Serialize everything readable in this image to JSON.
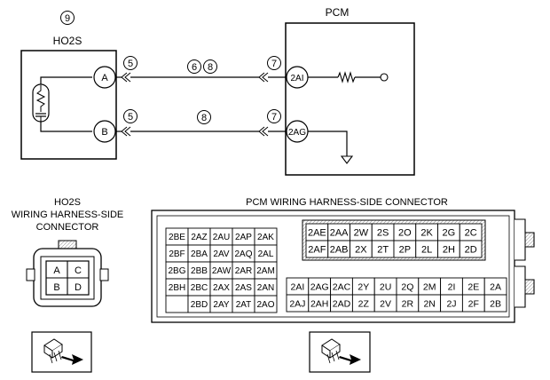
{
  "ho2s": {
    "title": "HO2S",
    "number_badge": "9",
    "terminals": [
      "A",
      "B"
    ]
  },
  "pcm": {
    "title": "PCM",
    "terminals": [
      "2AI",
      "2AG"
    ],
    "terminal_badges": [
      "7",
      "7"
    ],
    "resistor_icon": "resistor-symbol",
    "ground_icon": "ground-symbol"
  },
  "wires": {
    "upper_badges": [
      "5",
      "6",
      "8"
    ],
    "lower_badges": [
      "5",
      "8"
    ],
    "connector_icon": "double-chevron-connector"
  },
  "ho2s_connector": {
    "title_lines": [
      "HO2S",
      "WIRING HARNESS-SIDE",
      "CONNECTOR"
    ],
    "pins": [
      [
        "A",
        "C"
      ],
      [
        "B",
        "D"
      ]
    ],
    "view_icon": "connector-view-arrow"
  },
  "pcm_connector": {
    "title": "PCM WIRING HARNESS-SIDE CONNECTOR",
    "left_block": [
      [
        "2BE",
        "2AZ",
        "2AU",
        "2AP",
        "2AK"
      ],
      [
        "2BF",
        "2BA",
        "2AV",
        "2AQ",
        "2AL"
      ],
      [
        "2BG",
        "2BB",
        "2AW",
        "2AR",
        "2AM"
      ],
      [
        "2BH",
        "2BC",
        "2AX",
        "2AS",
        "2AN"
      ],
      [
        "",
        "2BD",
        "2AY",
        "2AT",
        "2AO"
      ]
    ],
    "top_right_block": [
      [
        "2AE",
        "2AA",
        "2W",
        "2S",
        "2O",
        "2K",
        "2G",
        "2C"
      ],
      [
        "2AF",
        "2AB",
        "2X",
        "2T",
        "2P",
        "2L",
        "2H",
        "2D"
      ]
    ],
    "bottom_right_block": [
      [
        "2AI",
        "2AG",
        "2AC",
        "2Y",
        "2U",
        "2Q",
        "2M",
        "2I",
        "2E",
        "2A"
      ],
      [
        "2AJ",
        "2AH",
        "2AD",
        "2Z",
        "2V",
        "2R",
        "2N",
        "2J",
        "2F",
        "2B"
      ]
    ],
    "view_icon": "connector-view-arrow"
  }
}
